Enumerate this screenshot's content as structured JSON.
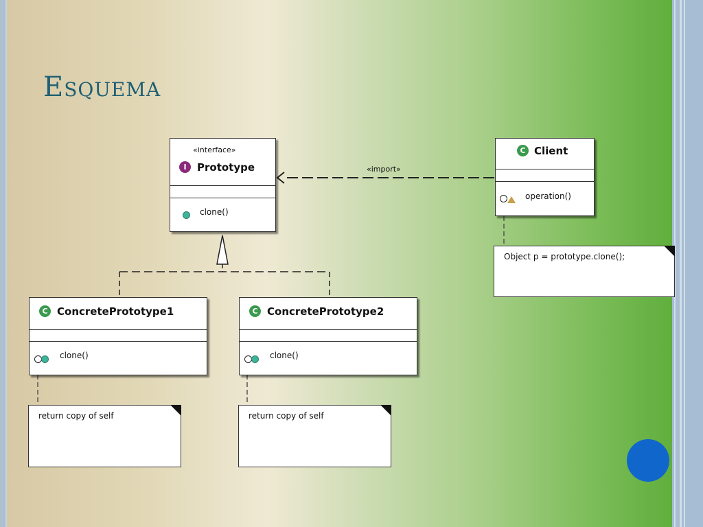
{
  "slide": {
    "title": "Esquema"
  },
  "prototype": {
    "stereotype": "«interface»",
    "badge": "I",
    "name": "Prototype",
    "operation": "clone()"
  },
  "client": {
    "badge": "C",
    "name": "Client",
    "operation": "operation()"
  },
  "import_label": "«import»",
  "concrete1": {
    "badge": "C",
    "name": "ConcretePrototype1",
    "operation": "clone()"
  },
  "concrete2": {
    "badge": "C",
    "name": "ConcretePrototype2",
    "operation": "clone()"
  },
  "notes": {
    "client_note": "Object p = prototype.clone();",
    "concrete1_note": "return copy of self",
    "concrete2_note": "return copy of self"
  },
  "colors": {
    "title": "#1f5f73",
    "class_badge": "#3a9a4d",
    "interface_badge": "#8b2a7b",
    "nav_circle": "#1166cc"
  }
}
